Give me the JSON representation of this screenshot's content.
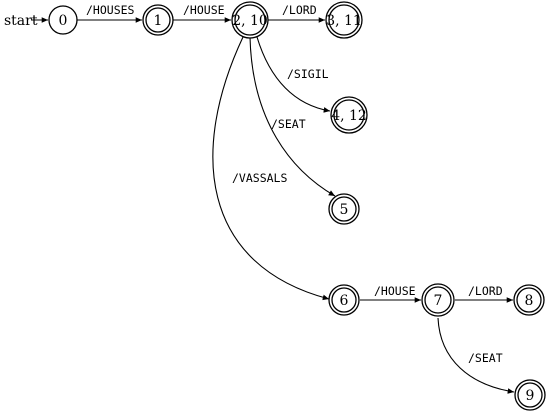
{
  "start_label": "start",
  "states": [
    {
      "id": "s0",
      "label": "0",
      "accepting": false
    },
    {
      "id": "s1",
      "label": "1",
      "accepting": true
    },
    {
      "id": "s2",
      "label": "2, 10",
      "accepting": true
    },
    {
      "id": "s3",
      "label": "3, 11",
      "accepting": true
    },
    {
      "id": "s4",
      "label": "4, 12",
      "accepting": true
    },
    {
      "id": "s5",
      "label": "5",
      "accepting": true
    },
    {
      "id": "s6",
      "label": "6",
      "accepting": true
    },
    {
      "id": "s7",
      "label": "7",
      "accepting": true
    },
    {
      "id": "s8",
      "label": "8",
      "accepting": true
    },
    {
      "id": "s9",
      "label": "9",
      "accepting": true
    }
  ],
  "transitions": [
    {
      "id": "e01",
      "from": "s0",
      "to": "s1",
      "label": "/HOUSES"
    },
    {
      "id": "e12",
      "from": "s1",
      "to": "s2",
      "label": "/HOUSE"
    },
    {
      "id": "e23",
      "from": "s2",
      "to": "s3",
      "label": "/LORD"
    },
    {
      "id": "e24",
      "from": "s2",
      "to": "s4",
      "label": "/SIGIL"
    },
    {
      "id": "e25",
      "from": "s2",
      "to": "s5",
      "label": "/SEAT"
    },
    {
      "id": "e26",
      "from": "s2",
      "to": "s6",
      "label": "/VASSALS"
    },
    {
      "id": "e67",
      "from": "s6",
      "to": "s7",
      "label": "/HOUSE"
    },
    {
      "id": "e78",
      "from": "s7",
      "to": "s8",
      "label": "/LORD"
    },
    {
      "id": "e79",
      "from": "s7",
      "to": "s9",
      "label": "/SEAT"
    }
  ]
}
